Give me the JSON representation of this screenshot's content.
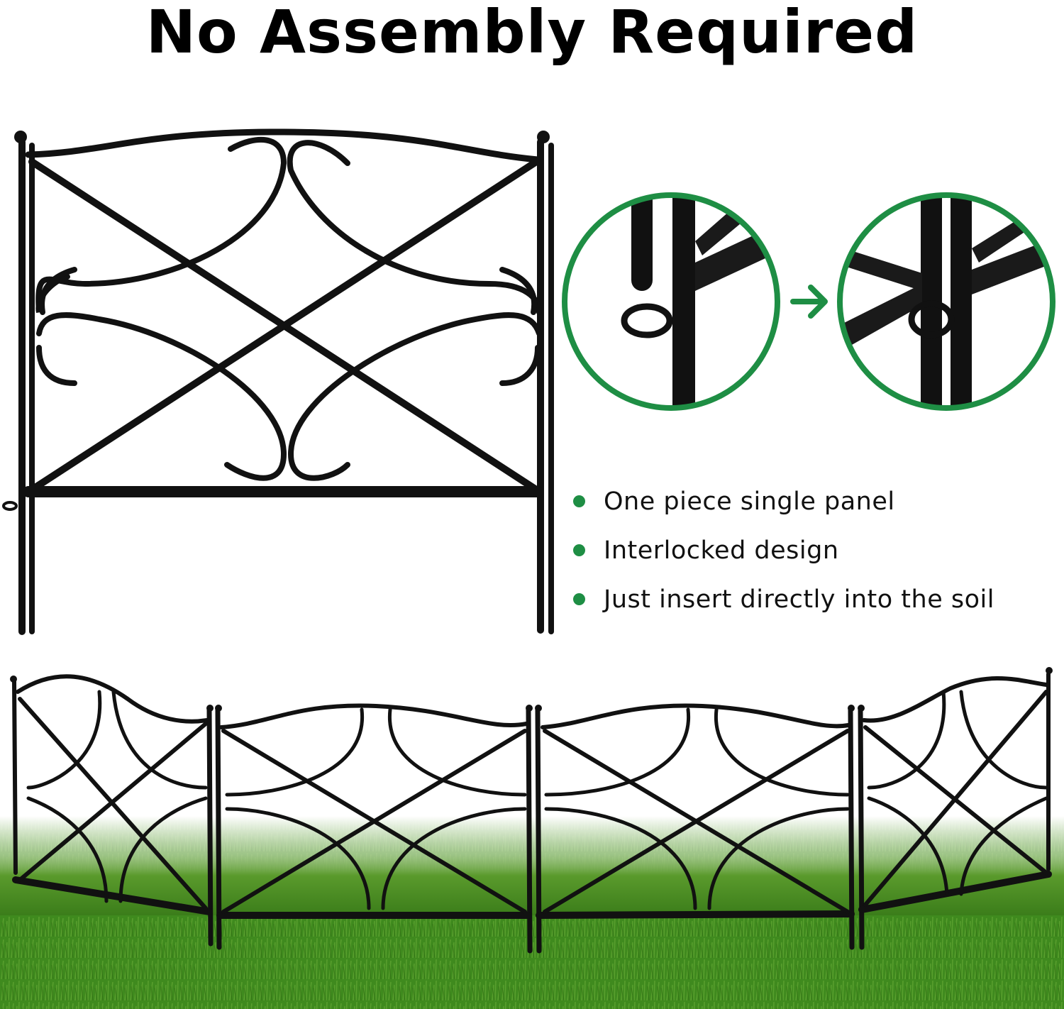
{
  "header": {
    "title": "No Assembly Required"
  },
  "colors": {
    "accent_green": "#1e8e44",
    "fence_black": "#111111",
    "grass_green": "#3f8a1e"
  },
  "detail_view": {
    "before_icon": "fence-stake-unlinked-icon",
    "arrow_icon": "arrow-right-icon",
    "after_icon": "fence-stake-interlocked-icon"
  },
  "features": [
    {
      "label": "One piece single panel"
    },
    {
      "label": "Interlocked design"
    },
    {
      "label": "Just insert directly into the soil"
    }
  ],
  "images": {
    "single_panel": "fence-single-panel",
    "installed_row": "fence-panels-on-grass",
    "installed_panel_count": 4
  }
}
